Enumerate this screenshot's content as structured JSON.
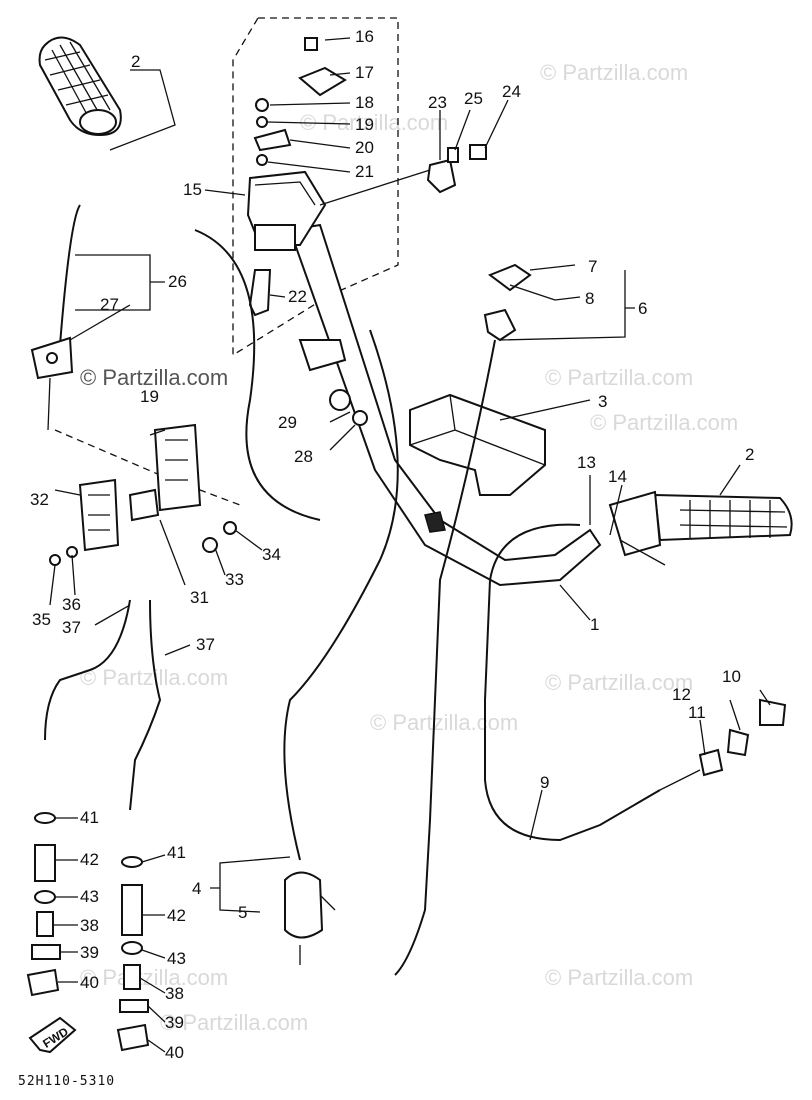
{
  "watermarks": [
    "© Partzilla.com",
    "© Partzilla.com",
    "© Partzilla.com",
    "© Partzilla.com",
    "© Partzilla.com",
    "© Partzilla.com",
    "© Partzilla.com",
    "© Partzilla.com",
    "© Partzilla.com",
    "© Partzilla.com"
  ],
  "callouts": [
    "1",
    "2",
    "2",
    "3",
    "4",
    "5",
    "6",
    "7",
    "8",
    "9",
    "10",
    "11",
    "12",
    "13",
    "14",
    "15",
    "16",
    "17",
    "18",
    "19",
    "20",
    "21",
    "22",
    "23",
    "24",
    "25",
    "26",
    "27",
    "28",
    "29",
    "19",
    "31",
    "32",
    "33",
    "34",
    "35",
    "36",
    "37",
    "37",
    "38",
    "38",
    "39",
    "39",
    "40",
    "40",
    "41",
    "41",
    "42",
    "42",
    "43",
    "43"
  ],
  "fwd_label": "FWD",
  "drawing_code": "52H110-5310"
}
